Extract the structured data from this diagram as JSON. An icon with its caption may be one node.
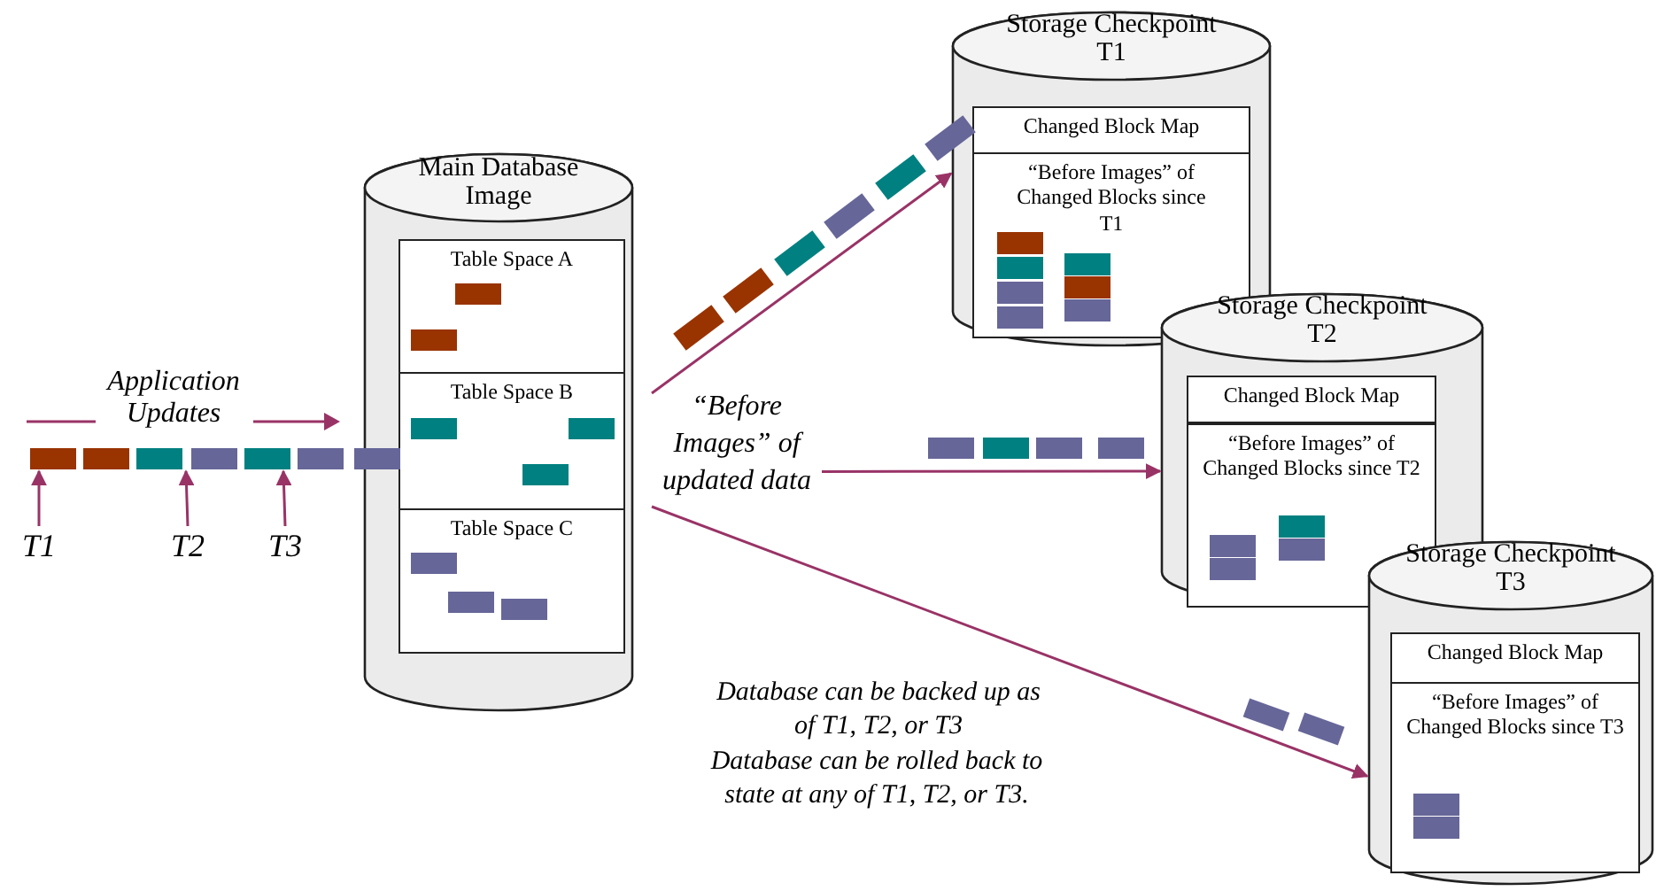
{
  "diagram": {
    "nodes": [
      {
        "text": [
          "Main Database Image"
        ]
      },
      {
        "text": [
          "Table Space A"
        ],
        "in": 0
      },
      {
        "text": [
          "Table Space B"
        ],
        "in": 0
      },
      {
        "text": [
          "Table Space C"
        ],
        "in": 0
      },
      {
        "text": [
          "Storage Checkpoint T1"
        ]
      },
      {
        "text": [
          "Changed Block Map"
        ],
        "in": 4
      },
      {
        "text": [
          "“Before Images” of Changed Blocks since T1"
        ],
        "in": 4
      },
      {
        "text": [
          "Storage Checkpoint T2"
        ]
      },
      {
        "text": [
          "Changed Block Map"
        ],
        "in": 7
      },
      {
        "text": [
          "“Before Images” of Changed Blocks since T2"
        ],
        "in": 7
      },
      {
        "text": [
          "Storage Checkpoint T3"
        ]
      },
      {
        "text": [
          "Changed Block Map"
        ],
        "in": 10
      },
      {
        "text": [
          "“Before Images” of Changed Blocks since T3"
        ],
        "in": 10
      },
      {
        "text": [
          "T1"
        ]
      },
      {
        "text": [
          "T2"
        ]
      },
      {
        "text": [
          "T3"
        ]
      },
      {
        "text": [
          "“Before Images” of updated data"
        ]
      }
    ],
    "edges": [
      {
        "from": 16,
        "to": 4,
        "arrow": "to"
      },
      {
        "from": 16,
        "to": 7,
        "arrow": "to"
      },
      {
        "from": 16,
        "to": 10,
        "arrow": "to"
      },
      {
        "from": 13,
        "to": null,
        "arrow": "to"
      },
      {
        "from": 14,
        "to": null,
        "arrow": "to"
      },
      {
        "from": 15,
        "to": null,
        "arrow": "to"
      }
    ],
    "labels": [
      "Application Updates",
      "Database can be backed up as of T1, T2, or T3",
      "Database can be rolled back to state at any of T1, T2, or T3."
    ]
  }
}
